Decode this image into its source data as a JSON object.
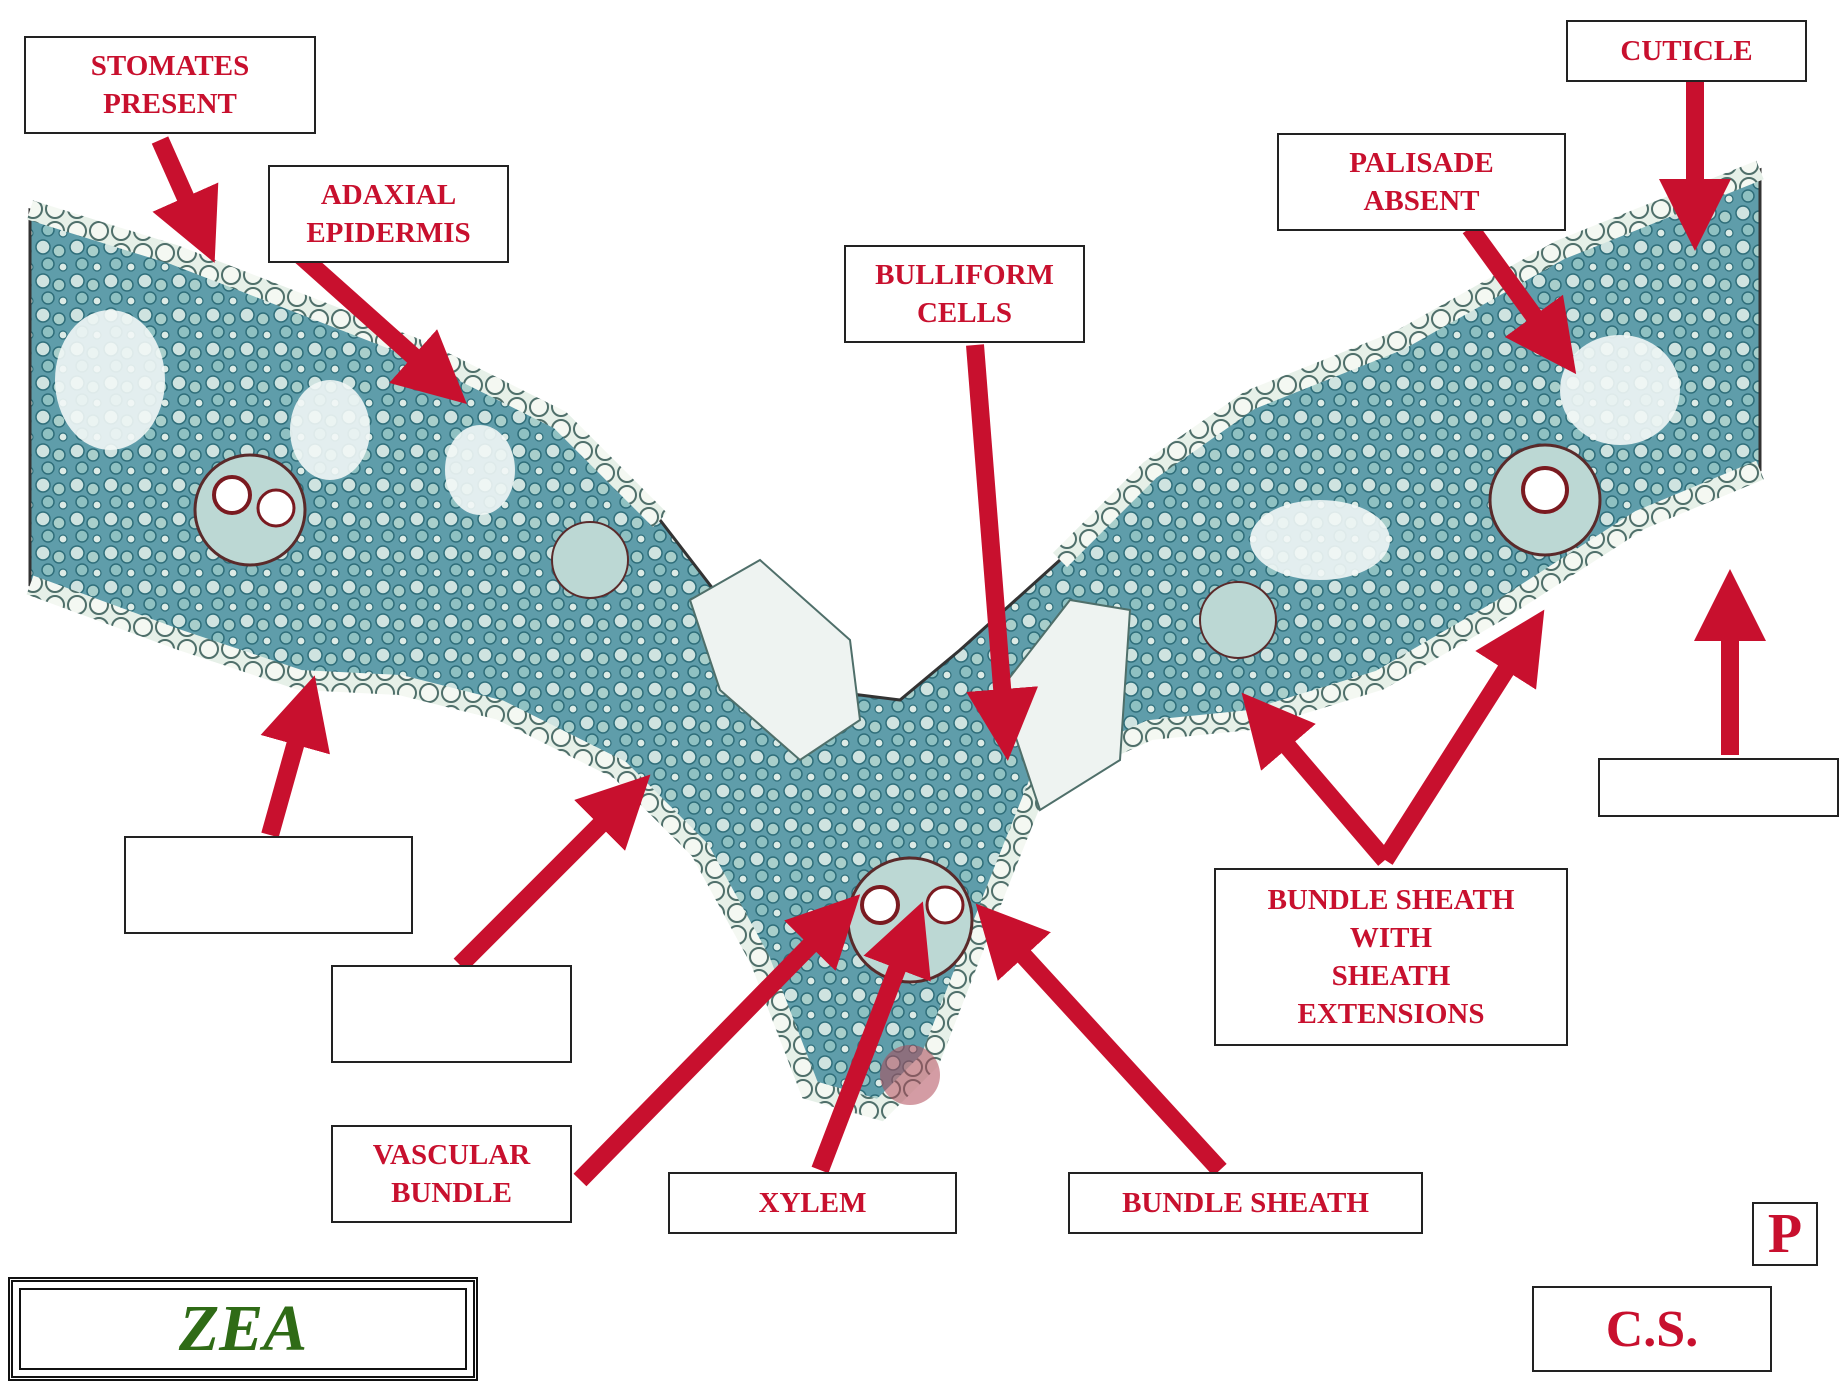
{
  "labels": {
    "stomates": "STOMATES\nPRESENT",
    "adaxial": "ADAXIAL\nEPIDERMIS",
    "bulliform": "BULLIFORM\nCELLS",
    "palisade": "PALISADE\nABSENT",
    "cuticle": "CUTICLE",
    "bundle_sheath_ext": "BUNDLE SHEATH\nWITH\nSHEATH\nEXTENSIONS",
    "vascular": "VASCULAR\nBUNDLE",
    "xylem": "XYLEM",
    "bundle_sheath": "BUNDLE SHEATH"
  },
  "footer": {
    "genus": "ZEA",
    "section": "C.S.",
    "marker": "P"
  },
  "colors": {
    "arrow": "#c8102e",
    "tissue": "#6aa6b3",
    "tissue_dark": "#3f7f8c",
    "cell": "#e9f1ea",
    "genus_text": "#2f6b16"
  }
}
